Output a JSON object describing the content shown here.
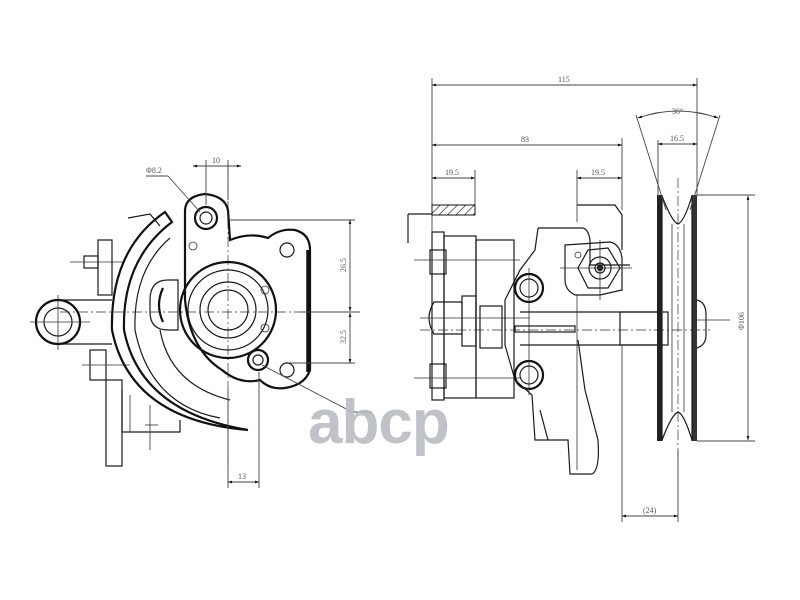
{
  "drawing": {
    "subject": "power steering pump with V-belt pulley",
    "views": [
      "front-view",
      "side-view"
    ],
    "line_color": "#1a1a1a",
    "dimension_text_color": "#555555",
    "background": "#ffffff"
  },
  "front_view": {
    "dimensions": {
      "hole_diameter": "Φ8.2",
      "hole_offset": "10",
      "upper_height": "26.5",
      "lower_height": "32.5",
      "bottom_offset": "13"
    }
  },
  "side_view": {
    "dimensions": {
      "overall_length": "115",
      "body_length": "83",
      "left_flange": "19.5",
      "right_flange": "19.5",
      "groove_angle": "36°",
      "groove_width": "16.5",
      "pulley_diameter": "Φ106",
      "hub_offset": "(24)"
    }
  },
  "watermark": {
    "text": "abcp",
    "color": "#b9bcc0"
  }
}
